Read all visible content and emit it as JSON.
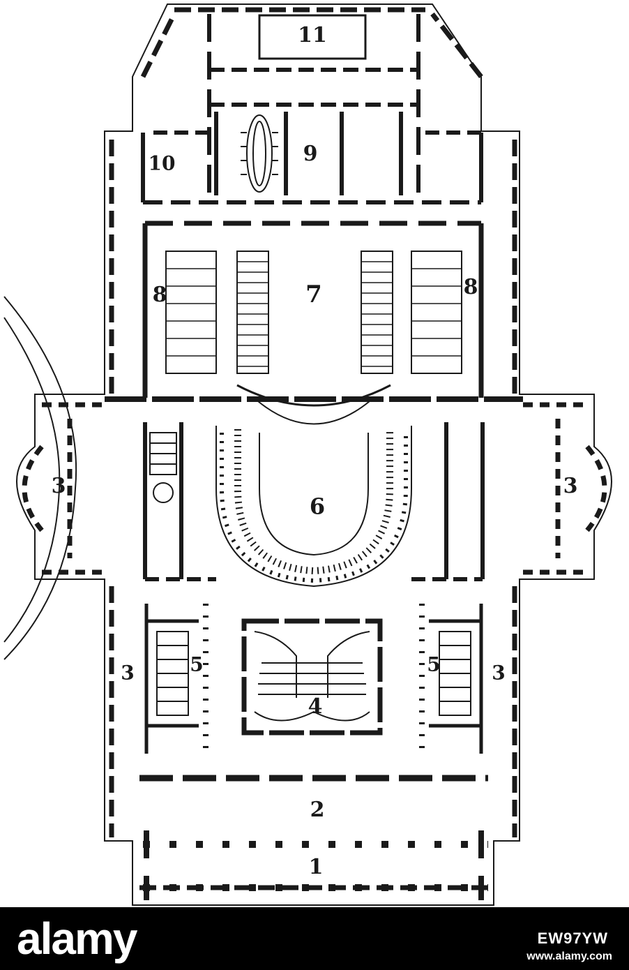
{
  "plan": {
    "labels": {
      "l1": "1",
      "l2": "2",
      "l3_west": "3",
      "l3_east": "3",
      "l3_sw": "3",
      "l3_se": "3",
      "l4": "4",
      "l5_west": "5",
      "l5_east": "5",
      "l6": "6",
      "l7": "7",
      "l8_west": "8",
      "l8_east": "8",
      "l9": "9",
      "l10": "10",
      "l11": "11"
    },
    "colors": {
      "ink": "#1a1a1a",
      "paper": "#ffffff"
    }
  },
  "footer": {
    "brand": "alamy",
    "stock_id": "EW97YW",
    "url": "www.alamy.com",
    "background": "#000000",
    "text_color": "#ffffff"
  }
}
